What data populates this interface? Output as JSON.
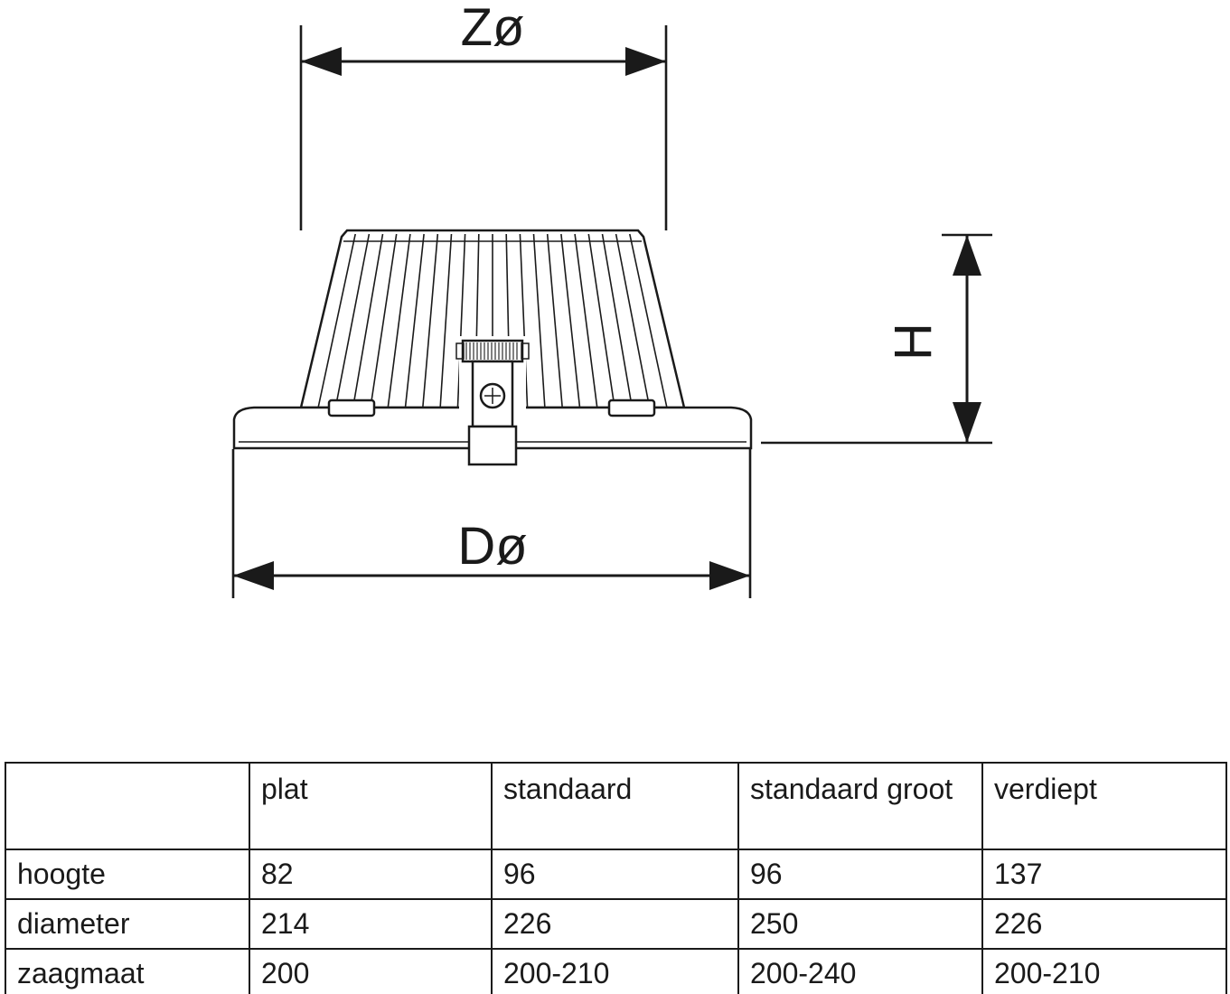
{
  "diagram": {
    "dim_top_label": "Zø",
    "dim_bottom_label": "Dø",
    "dim_height_label": "H"
  },
  "table": {
    "header": [
      "",
      "plat",
      "standaard",
      "standaard groot",
      "verdiept"
    ],
    "rows": [
      {
        "label": "hoogte",
        "values": [
          "82",
          "96",
          "96",
          "137"
        ]
      },
      {
        "label": "diameter",
        "values": [
          "214",
          "226",
          "250",
          "226"
        ]
      },
      {
        "label": "zaagmaat",
        "values": [
          "200",
          "200-210",
          "200-240",
          "200-210"
        ]
      }
    ]
  }
}
